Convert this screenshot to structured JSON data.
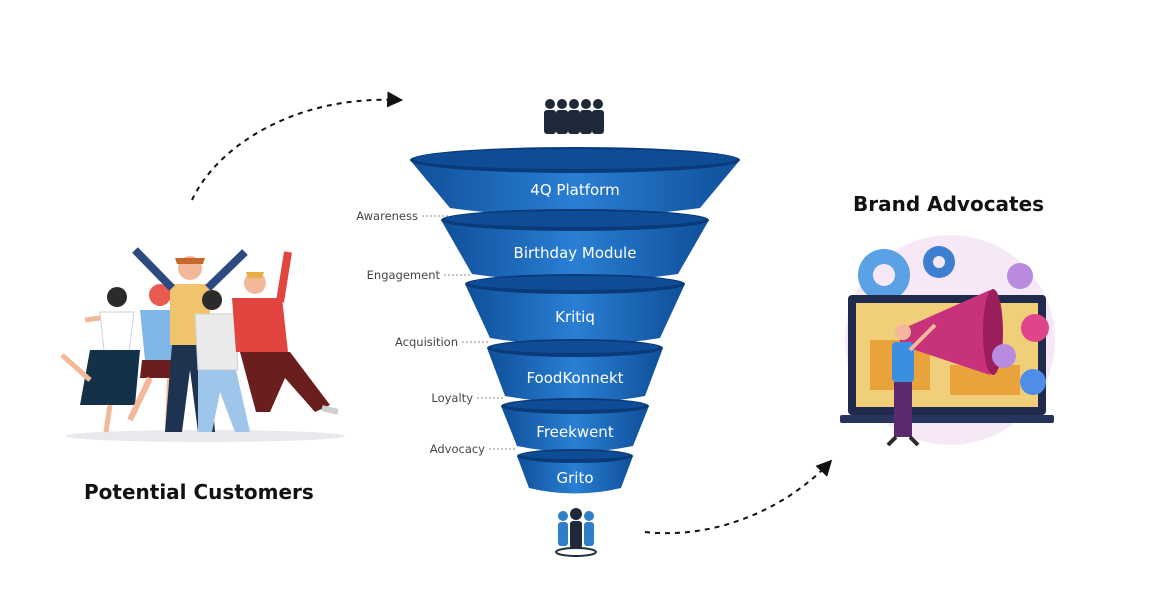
{
  "labels": {
    "potential_customers": "Potential Customers",
    "brand_advocates": "Brand Advocates"
  },
  "funnel": {
    "tiers": [
      {
        "name": "4Q Platform",
        "stage": "Awareness"
      },
      {
        "name": "Birthday Module",
        "stage": "Engagement"
      },
      {
        "name": "Kritiq",
        "stage": "Acquisition"
      },
      {
        "name": "FoodKonnekt",
        "stage": "Loyalty"
      },
      {
        "name": "Freekwent",
        "stage": "Advocacy"
      },
      {
        "name": "Grito",
        "stage": ""
      }
    ],
    "colors": {
      "front": "#1d6fc4",
      "front_dark": "#0f4f99",
      "rim": "#0a3a78",
      "rim_top": "#0e4c96"
    }
  },
  "icons": {
    "top": "group-of-people-icon",
    "bottom": "team-icon",
    "left": "cheering-people-illustration",
    "right": "megaphone-marketing-illustration"
  }
}
